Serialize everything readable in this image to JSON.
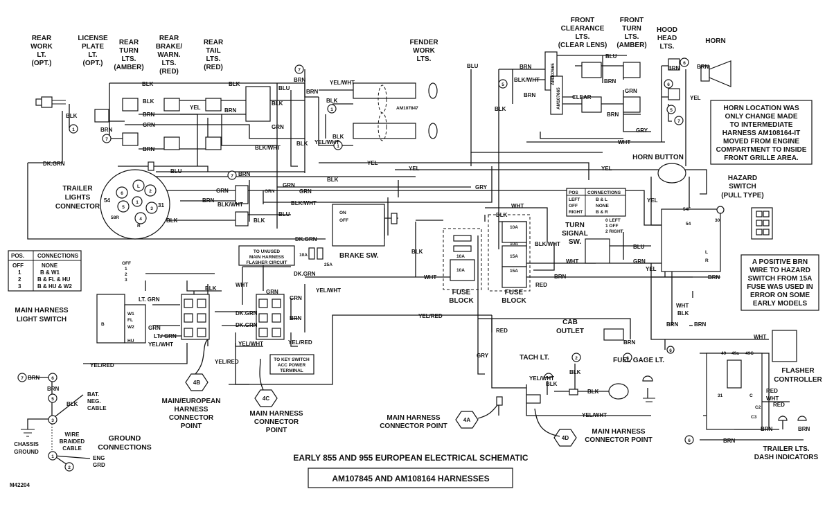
{
  "title": "EARLY 855 AND 955 EUROPEAN ELECTRICAL SCHEMATIC",
  "subtitle": "AM107845 AND AM108164 HARNESSES",
  "figure_id": "M42204",
  "components": {
    "rear_work": [
      "REAR",
      "WORK",
      "LT.",
      "(OPT.)"
    ],
    "license": [
      "LICENSE",
      "PLATE",
      "LT.",
      "(OPT.)"
    ],
    "rear_turn": [
      "REAR",
      "TURN",
      "LTS.",
      "(AMBER)"
    ],
    "rear_brake": [
      "REAR",
      "BRAKE/",
      "WARN.",
      "LTS.",
      "(RED)"
    ],
    "rear_tail": [
      "REAR",
      "TAIL",
      "LTS.",
      "(RED)"
    ],
    "fender_work": [
      "FENDER",
      "WORK",
      "LTS."
    ],
    "front_clearance": [
      "FRONT",
      "CLEARANCE",
      "LTS.",
      "(CLEAR LENS)"
    ],
    "front_turn": [
      "FRONT",
      "TURN",
      "LTS.",
      "(AMBER)"
    ],
    "hood_head": [
      "HOOD",
      "HEAD",
      "LTS."
    ],
    "horn": "HORN",
    "horn_button": "HORN BUTTON",
    "hazard_switch": [
      "HAZARD",
      "SWITCH",
      "(PULL TYPE)"
    ],
    "trailer_connector": [
      "TRAILER",
      "LIGHTS",
      "CONNECTOR"
    ],
    "brake_sw": "BRAKE SW.",
    "turn_signal_sw": [
      "TURN",
      "SIGNAL",
      "SW."
    ],
    "fuse_block_1": [
      "FUSE",
      "BLOCK"
    ],
    "fuse_block_2": [
      "FUSE",
      "BLOCK"
    ],
    "light_switch": [
      "MAIN HARNESS",
      "LIGHT SWITCH"
    ],
    "cab_outlet": [
      "CAB",
      "OUTLET"
    ],
    "tach_lt": "TACH LT.",
    "fuel_gage_lt": "FUEL GAGE LT.",
    "flasher_controller": [
      "FLASHER",
      "CONTROLLER"
    ],
    "trailer_indicators": [
      "TRAILER LTS.",
      "DASH INDICATORS"
    ],
    "ground_connections": [
      "GROUND",
      "CONNECTIONS"
    ],
    "chassis_ground": [
      "CHASSIS",
      "GROUND"
    ],
    "braided": [
      "WIRE",
      "BRAIDED",
      "CABLE"
    ],
    "bat_neg": [
      "BAT.",
      "NEG.",
      "CABLE"
    ],
    "eng_grd": [
      "ENG",
      "GRD"
    ],
    "conn_4b": [
      "MAIN/EUROPEAN",
      "HARNESS",
      "CONNECTOR",
      "POINT"
    ],
    "conn_4c": [
      "MAIN HARNESS",
      "CONNECTOR",
      "POINT"
    ],
    "conn_4a": [
      "MAIN HARNESS",
      "CONNECTOR POINT"
    ],
    "conn_4d": [
      "MAIN HARNESS",
      "CONNECTOR POINT"
    ],
    "unused_flasher": [
      "TO UNUSED",
      "MAIN HARNESS",
      "FLASHER CIRCUIT"
    ],
    "key_switch": [
      "TO KEY SWITCH",
      "ACC POWER",
      "TERMINAL"
    ],
    "part_am107847": "AM107847",
    "part_am107665_a": "AM107665",
    "part_am107665_b": "AM107665",
    "clear": "CLEAR"
  },
  "notes": {
    "horn_note": [
      "HORN LOCATION WAS",
      "ONLY CHANGE MADE",
      "TO INTERMEDIATE",
      "HARNESS AM108164-IT",
      "MOVED FROM ENGINE",
      "COMPARTMENT TO INSIDE",
      "FRONT GRILLE AREA."
    ],
    "brn_note": [
      "A POSITIVE BRN",
      "WIRE TO HAZARD",
      "SWITCH FROM 15A",
      "FUSE WAS USED IN",
      "ERROR ON SOME",
      "EARLY MODELS"
    ]
  },
  "tables": {
    "light_switch": {
      "headers": [
        "POS.",
        "CONNECTIONS"
      ],
      "rows": [
        [
          "OFF",
          "NONE"
        ],
        [
          "1",
          "B & W1"
        ],
        [
          "2",
          "B & FL & HU"
        ],
        [
          "3",
          "B & HU & W2"
        ]
      ]
    },
    "turn_switch": {
      "headers": [
        "POS",
        "CONNECTIONS"
      ],
      "rows": [
        [
          "LEFT",
          "B & L"
        ],
        [
          "OFF",
          "NONE"
        ],
        [
          "RIGHT",
          "B & R"
        ]
      ]
    }
  },
  "switch_positions": {
    "turn": [
      "0 LEFT",
      "1 OFF",
      "2 RIGHT"
    ],
    "light": [
      "OFF",
      "1",
      "2",
      "3"
    ],
    "brake": [
      "ON",
      "OFF"
    ]
  },
  "fuses": {
    "f10a": "10A",
    "f15a": "15A",
    "f25a": "25A"
  },
  "callouts": {
    "c1": "1",
    "c2": "2",
    "c3": "3",
    "c4": "4",
    "c5": "5",
    "c6": "6",
    "c7": "7",
    "c4a": "4A",
    "c4b": "4B",
    "c4c": "4C",
    "c4d": "4D"
  },
  "trailer_pins": {
    "p1": "1",
    "p2": "2",
    "p3": "3",
    "p4": "4",
    "p5": "5",
    "p6": "6",
    "p31": "31",
    "p54": "54",
    "p58r": "58R",
    "pL": "L",
    "pR": "R"
  },
  "wires": {
    "blk": "BLK",
    "brn": "BRN",
    "grn": "GRN",
    "yel": "YEL",
    "blu": "BLU",
    "gry": "GRY",
    "wht": "WHT",
    "red": "RED",
    "dkgrn": "DK.GRN",
    "yelwht": "YEL/WHT",
    "blkwht": "BLK/WHT",
    "yelred": "YEL/RED",
    "ltgrn": "LT. GRN",
    "ltgrn2": "LT./ GRN"
  },
  "switch_terms": {
    "b": "B",
    "w1": "W1",
    "fl": "FL",
    "w2": "W2",
    "hu": "HU",
    "t49": "49",
    "t49a": "49a",
    "t49c": "49C",
    "t31": "31",
    "c": "C",
    "c2": "C2",
    "c3": "C3",
    "t54": "54",
    "t54f": "54F",
    "t30": "30",
    "tL": "L",
    "tR": "R"
  },
  "colors": {
    "ink": "#111111",
    "paper": "#ffffff"
  }
}
